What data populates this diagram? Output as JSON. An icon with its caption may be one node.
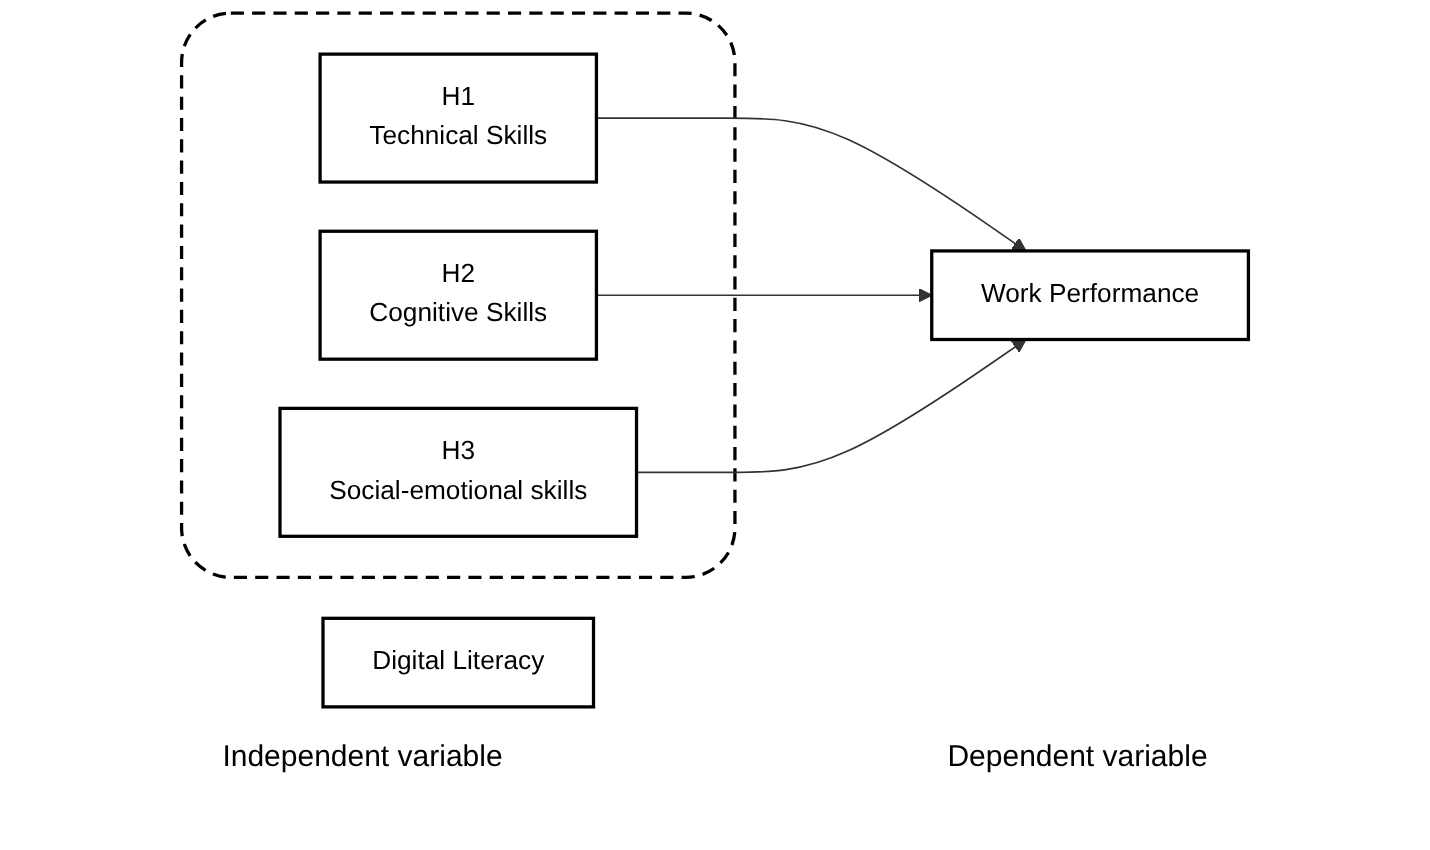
{
  "diagram": {
    "nodes": [
      {
        "text": [
          "Digital Literacy"
        ]
      },
      {
        "text": [],
        "shape": "box"
      },
      {
        "text": [
          "H1",
          "Technical Skills"
        ],
        "in": 1
      },
      {
        "text": [
          "H2",
          "Cognitive Skills"
        ],
        "in": 1
      },
      {
        "text": [
          "H3",
          "Social-emotional skills"
        ],
        "in": 1
      },
      {
        "text": [
          "Work Performance"
        ]
      }
    ],
    "edges": [
      {
        "from": 2,
        "to": 5,
        "arrow": "to"
      },
      {
        "from": 3,
        "to": 5,
        "arrow": "to"
      },
      {
        "from": 4,
        "to": 5,
        "arrow": "to"
      }
    ],
    "labels": [
      "Independent variable",
      "Dependent variable"
    ]
  }
}
